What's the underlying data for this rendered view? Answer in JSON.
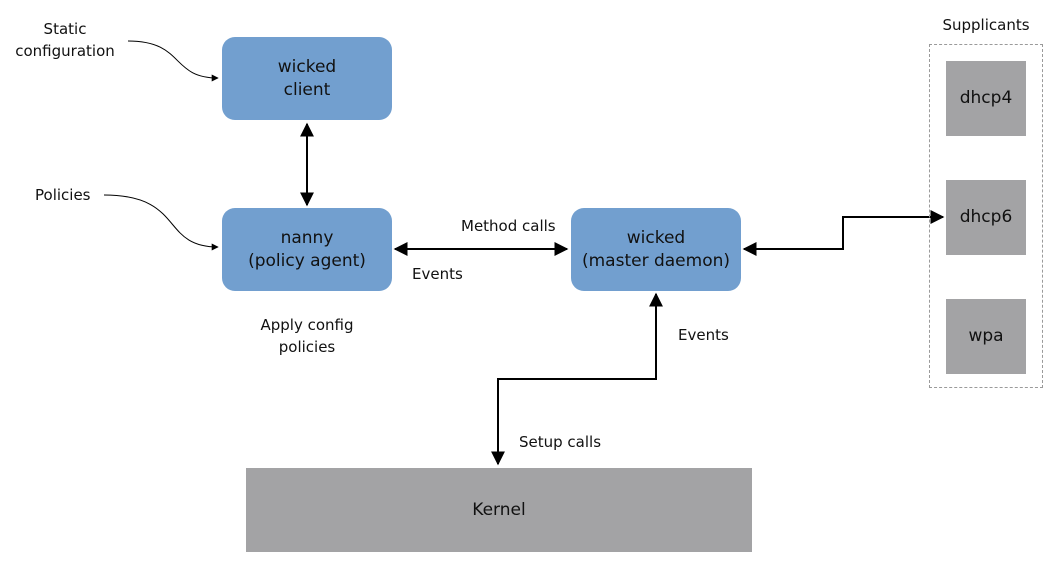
{
  "nodes": {
    "client": {
      "line1": "wicked",
      "line2": "client"
    },
    "nanny": {
      "line1": "nanny",
      "line2": "(policy agent)"
    },
    "daemon": {
      "line1": "wicked",
      "line2": "(master daemon)"
    },
    "kernel": {
      "label": "Kernel"
    }
  },
  "supplicants": {
    "title": "Supplicants",
    "items": [
      "dhcp4",
      "dhcp6",
      "wpa"
    ]
  },
  "labels": {
    "static_config_line1": "Static",
    "static_config_line2": "configuration",
    "policies": "Policies",
    "method_calls": "Method calls",
    "events_nanny": "Events",
    "events_kernel": "Events",
    "apply_line1": "Apply config",
    "apply_line2": "policies",
    "setup_calls": "Setup calls"
  },
  "colors": {
    "node_blue": "#729fcf",
    "node_gray": "#a3a3a5",
    "connector": "#000000"
  }
}
